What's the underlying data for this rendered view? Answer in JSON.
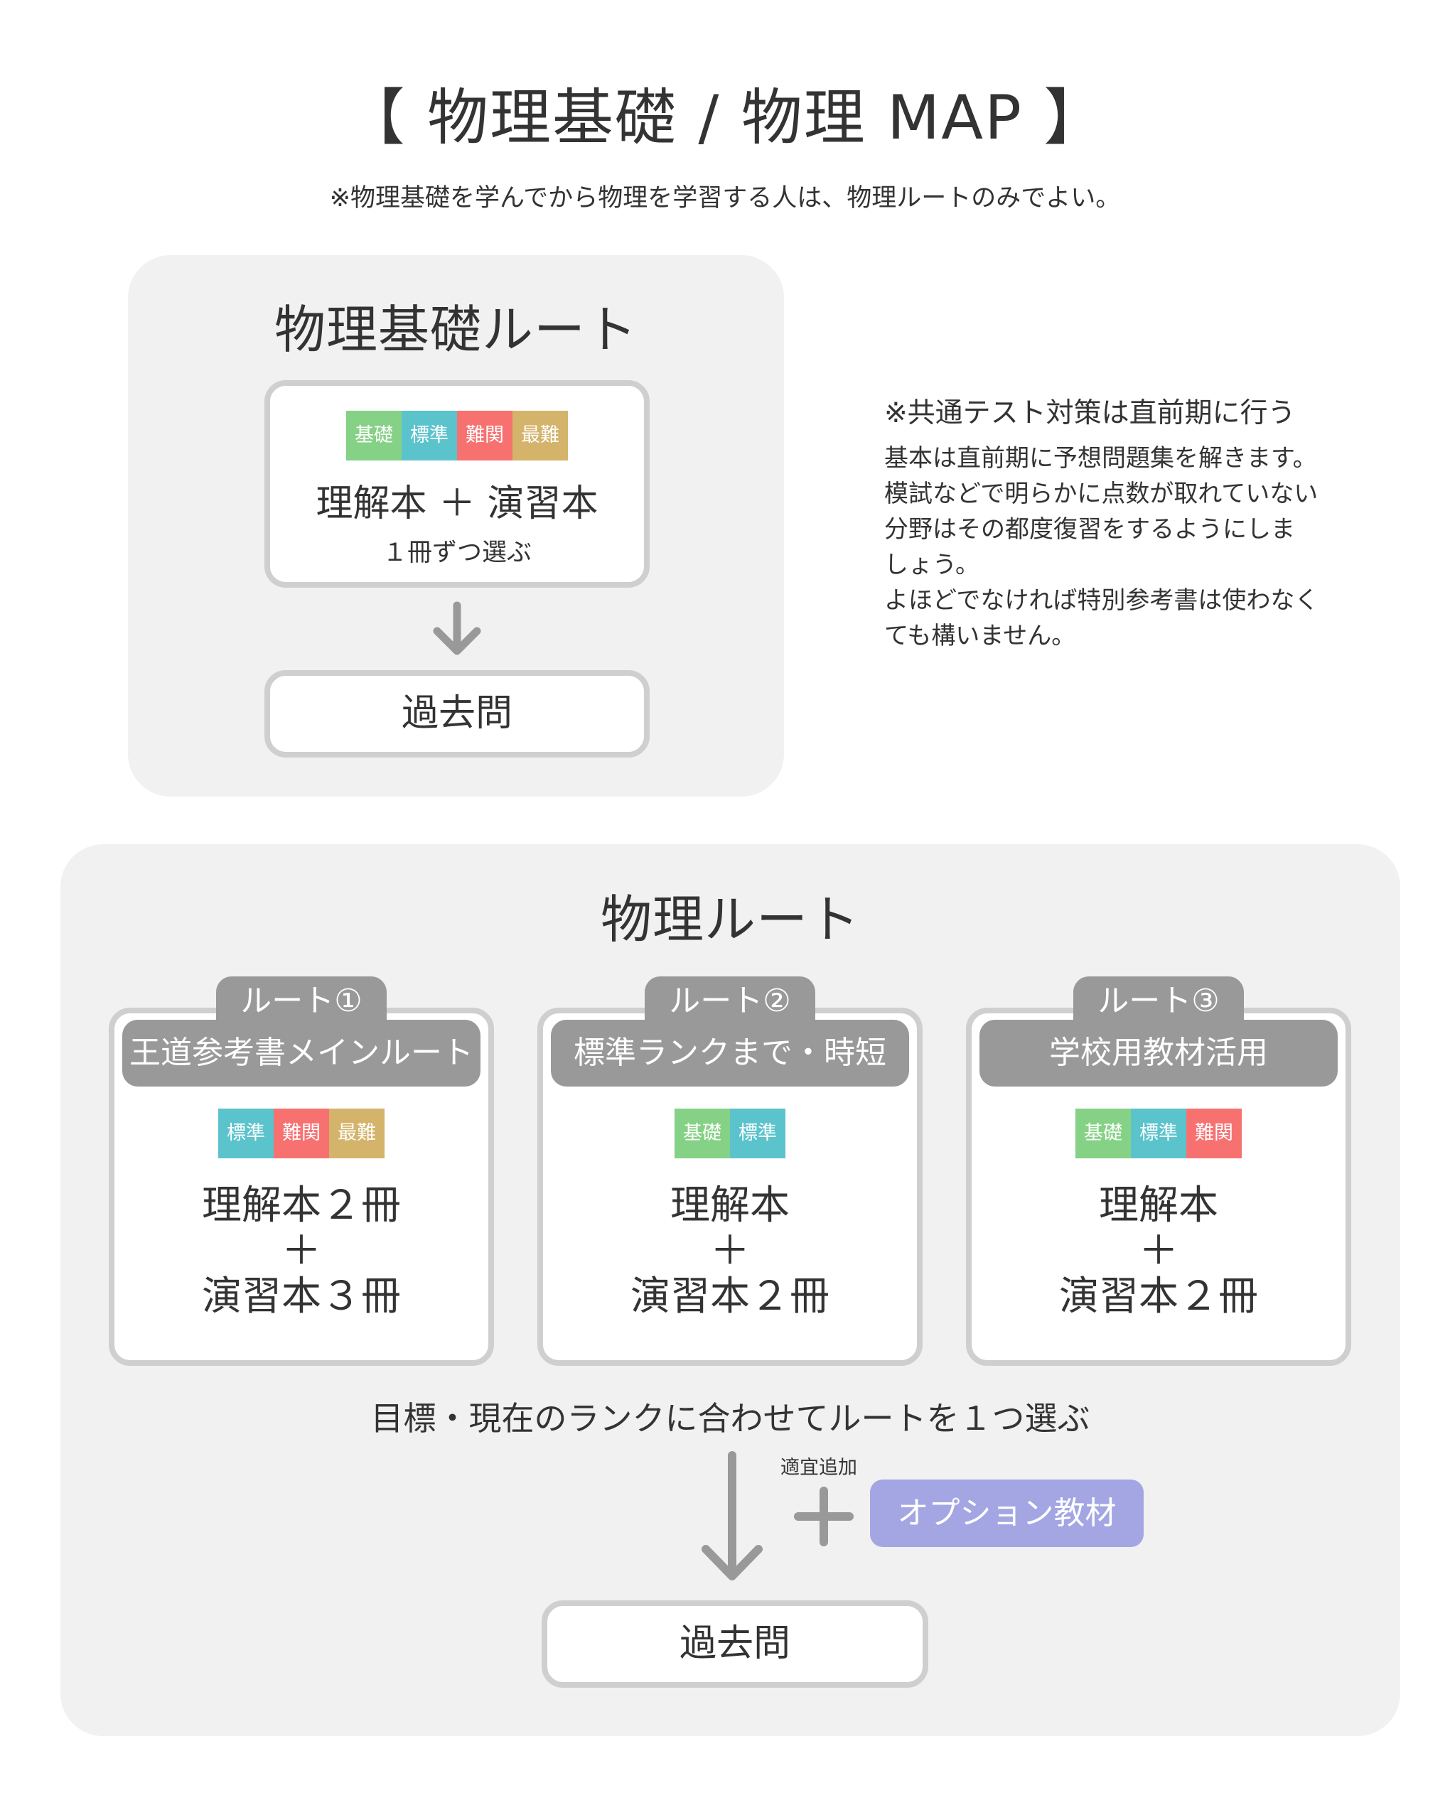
{
  "header": {
    "title": "【 物理基礎 / 物理 MAP 】",
    "subtitle": "※物理基礎を学んでから物理を学習する人は、物理ルートのみでよい。"
  },
  "levels": {
    "kiso": "基礎",
    "hyojun": "標準",
    "nankan": "難関",
    "sainan": "最難"
  },
  "colors": {
    "kiso": "#85d185",
    "hyojun": "#5bc3cc",
    "nankan": "#f77171",
    "sainan": "#d4b36a",
    "option": "#a3a6e3",
    "tab": "#999999"
  },
  "kiso_route": {
    "title": "物理基礎ルート",
    "card_main": "理解本 ＋ 演習本",
    "card_sub": "１冊ずつ選ぶ",
    "final": "過去問"
  },
  "note": {
    "heading": "※共通テスト対策は直前期に行う",
    "lines": [
      "基本は直前期に予想問題集を解きます。",
      "模試などで明らかに点数が取れていない",
      "分野はその都度復習をするようにしま",
      "しょう。",
      "よほどでなければ特別参考書は使わなく",
      "ても構いません。"
    ]
  },
  "butsuri_route": {
    "title": "物理ルート",
    "routes": [
      {
        "tab": "ルート①",
        "name": "王道参考書メインルート",
        "line1": "理解本２冊",
        "plus": "＋",
        "line2": "演習本３冊"
      },
      {
        "tab": "ルート②",
        "name": "標準ランクまで・時短",
        "line1": "理解本",
        "plus": "＋",
        "line2": "演習本２冊"
      },
      {
        "tab": "ルート③",
        "name": "学校用教材活用",
        "line1": "理解本",
        "plus": "＋",
        "line2": "演習本２冊"
      }
    ],
    "instruction": "目標・現在のランクに合わせてルートを１つ選ぶ",
    "add_label": "適宜追加",
    "option": "オプション教材",
    "final": "過去問"
  }
}
